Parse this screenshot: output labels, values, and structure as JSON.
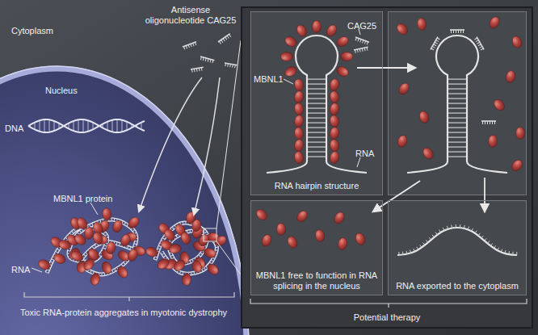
{
  "diagram": {
    "nodes": [
      {
        "text": [
          "Potential therapy"
        ]
      },
      {
        "text": [
          "RNA hairpin structure"
        ],
        "in": 0
      },
      {
        "text": [
          "MBNL1 free to function in RNA splicing in the nucleus"
        ],
        "in": 0
      },
      {
        "text": [
          "RNA exported to the cytoplasm"
        ],
        "in": 0
      }
    ],
    "labels": [
      "Cytoplasm",
      "Nucleus",
      "Antisense oligonucleotide CAG25",
      "DNA",
      "MBNL1 protein",
      "RNA",
      "Toxic RNA-protein aggregates in myotonic dystrophy",
      "CAG25",
      "MBNL1",
      "RNA"
    ]
  }
}
